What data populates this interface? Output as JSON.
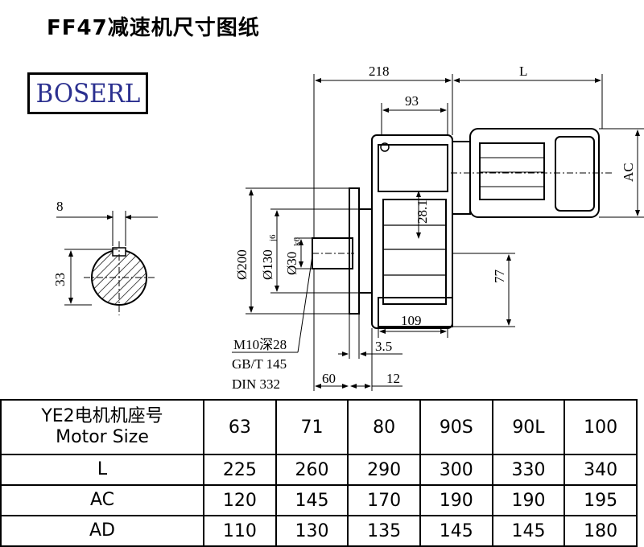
{
  "title": "FF47减速机尺寸图纸",
  "logo_text": "BOSERL",
  "drawing": {
    "shaft_keyway": "8",
    "shaft_height": "33",
    "dim_218": "218",
    "dim_L": "L",
    "dim_93": "93",
    "dim_AC": "AC",
    "dim_28_1": "28.1",
    "dim_200": "Ø200",
    "dim_130": "Ø130",
    "dim_130_tol": "j6",
    "dim_30": "Ø30",
    "dim_30_tol": "k6",
    "dim_77": "77",
    "dim_109": "109",
    "dim_3_5": "3.5",
    "dim_60": "60",
    "dim_12": "12",
    "thread_note": "M10深28",
    "std_gb": "GB/T 145",
    "std_din": "DIN 332"
  },
  "table": {
    "header_label_line1": "YE2电机机座号",
    "header_label_line2": "Motor Size",
    "sizes": [
      "63",
      "71",
      "80",
      "90S",
      "90L",
      "100"
    ],
    "rows": [
      {
        "label": "L",
        "values": [
          "225",
          "260",
          "290",
          "300",
          "330",
          "340"
        ]
      },
      {
        "label": "AC",
        "values": [
          "120",
          "145",
          "170",
          "190",
          "190",
          "195"
        ]
      },
      {
        "label": "AD",
        "values": [
          "110",
          "130",
          "135",
          "145",
          "145",
          "180"
        ]
      }
    ]
  }
}
